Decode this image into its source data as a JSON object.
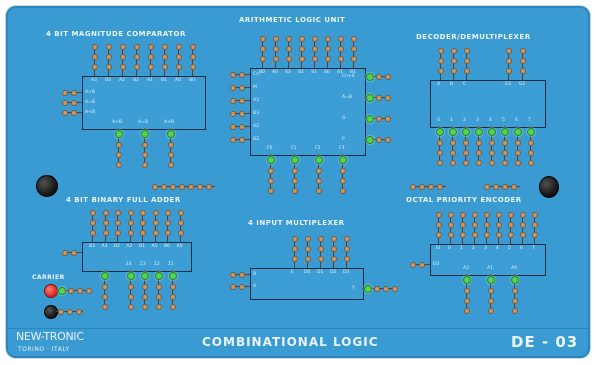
{
  "labels": {
    "comparator": "4 BIT MAGNITUDE COMPARATOR",
    "alu": "ARITHMETIC LOGIC UNIT",
    "decoder": "DECODER/DEMULTIPLEXER",
    "adder": "4 BIT BINARY FULL ADDER",
    "multiplexer": "4 INPUT MULTIPLEXER",
    "encoder": "OCTAL PRIORITY ENCODER",
    "carrier": "CARRIER",
    "brand_name": "NEW-TRONIC",
    "brand_city": "TORINO · ITALY",
    "board_title": "COMBINATIONAL   LOGIC",
    "model": "DE - 03"
  },
  "pins": {
    "comparator_top": [
      "A3",
      "B3",
      "A2",
      "B2",
      "A1",
      "B1",
      "A0",
      "B0"
    ],
    "comparator_left": [
      "A>B",
      "A=B",
      "A<B"
    ],
    "comparator_bottom": [
      "A>B",
      "A=B",
      "A<B"
    ],
    "alu_top": [
      "B0",
      "A0",
      "S3",
      "S2",
      "S1",
      "S0",
      "A1",
      "B1"
    ],
    "alu_left": [
      "Cn",
      "M",
      "A3",
      "B3",
      "A2",
      "B2"
    ],
    "alu_right": [
      "Cn+4",
      "A=B",
      "G",
      "P"
    ],
    "alu_bottom": [
      "F0",
      "F1",
      "F2",
      "F3"
    ],
    "decoder_top": [
      "A",
      "B",
      "C",
      "G1",
      "G2"
    ],
    "decoder_bottom": [
      "0",
      "1",
      "2",
      "3",
      "4",
      "5",
      "6",
      "7"
    ],
    "adder_top": [
      "B3",
      "A3",
      "B2",
      "A2",
      "B1",
      "A1",
      "B0",
      "A0"
    ],
    "adder_bottom": [
      "Σ4",
      "Σ3",
      "Σ2",
      "Σ1"
    ],
    "mux_top": [
      "E",
      "D0",
      "D1",
      "D2",
      "D3"
    ],
    "mux_left": [
      "B",
      "A"
    ],
    "mux_right": [
      "Y"
    ],
    "encoder_top": [
      "EI",
      "0",
      "1",
      "2",
      "3",
      "4",
      "5",
      "6",
      "7"
    ],
    "encoder_bottom": [
      "EO",
      "A2",
      "A1",
      "A0"
    ]
  },
  "colors": {
    "panel": "#3a9ad2",
    "socket": "#c49a6c",
    "led": "#52d352",
    "jack_red": "#e0302a",
    "jack_black": "#1a1a1a"
  }
}
